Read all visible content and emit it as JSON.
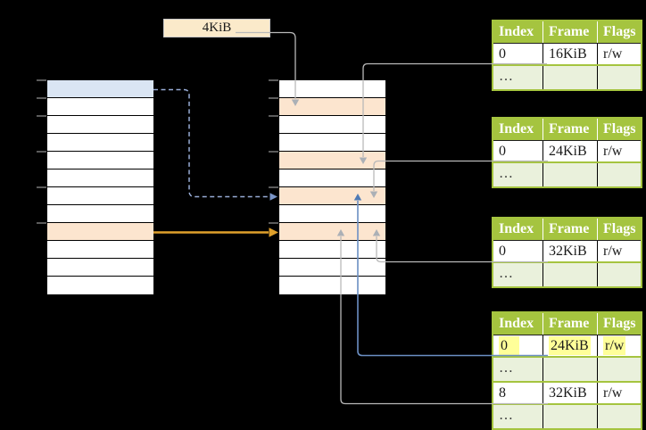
{
  "colors": {
    "accent-green": "#A5C43F",
    "row-alt-green": "#EAF1DC",
    "peach": "#FCE5CF",
    "blue-row": "#DAE5F3",
    "label-fill": "#FBEACA",
    "highlight-yellow": "#FFFF99",
    "gray-line": "#B9B9B9",
    "arrow-gray": "#ABB0B6",
    "blue-dash": "#98ACD6",
    "blue-dash-head": "#7C96C8",
    "blue-line": "#6B8FC3",
    "blue-head": "#4E7AB5",
    "orange-line": "#DFA02B",
    "tick-gray": "#8C8C8C"
  },
  "label": {
    "text": "4KiB"
  },
  "frame_table_headers": [
    "Index",
    "Frame",
    "Flags"
  ],
  "frame_tables": [
    {
      "name": "page-table-1",
      "rows": [
        {
          "cells": [
            "0",
            "16KiB",
            "r/w"
          ],
          "highlight": false,
          "dots": false
        },
        {
          "cells": [
            "…",
            "",
            ""
          ],
          "highlight": false,
          "dots": true
        }
      ]
    },
    {
      "name": "page-table-2",
      "rows": [
        {
          "cells": [
            "0",
            "24KiB",
            "r/w"
          ],
          "highlight": false,
          "dots": false
        },
        {
          "cells": [
            "…",
            "",
            ""
          ],
          "highlight": false,
          "dots": true
        }
      ]
    },
    {
      "name": "page-table-3",
      "rows": [
        {
          "cells": [
            "0",
            "32KiB",
            "r/w"
          ],
          "highlight": false,
          "dots": false
        },
        {
          "cells": [
            "…",
            "",
            ""
          ],
          "highlight": false,
          "dots": true
        }
      ]
    },
    {
      "name": "page-table-4",
      "rows": [
        {
          "cells": [
            "0",
            "24KiB",
            "r/w"
          ],
          "highlight": true,
          "dots": false
        },
        {
          "cells": [
            "…",
            "",
            ""
          ],
          "highlight": false,
          "dots": true
        },
        {
          "cells": [
            "8",
            "32KiB",
            "r/w"
          ],
          "highlight": false,
          "dots": false
        },
        {
          "cells": [
            "…",
            "",
            ""
          ],
          "highlight": false,
          "dots": true
        }
      ]
    }
  ],
  "memory_tables": [
    {
      "name": "page-column-left",
      "rows": 12,
      "special_rows": {
        "1": "blue-row",
        "9": "peach"
      }
    },
    {
      "name": "frame-column-middle",
      "rows": 12,
      "special_rows": {
        "2": "peach",
        "5": "peach",
        "7": "peach",
        "9": "peach"
      }
    }
  ]
}
